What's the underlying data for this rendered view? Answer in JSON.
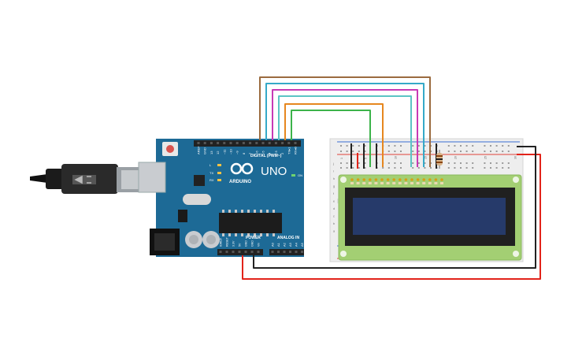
{
  "arduino": {
    "brand": "ARDUINO",
    "model": "UNO",
    "digital_label": "DIGITAL (PWM~)",
    "power_label": "POWER",
    "analog_label": "ANALOG IN",
    "led_l": "L",
    "led_tx": "TX",
    "led_rx": "RX",
    "on_label": "ON",
    "digital_pins": [
      "AREF",
      "GND",
      "13",
      "12",
      "~11",
      "~10",
      "~9",
      "8",
      "7",
      "~6",
      "~5",
      "4",
      "~3",
      "2",
      "TX▸1",
      "RX◂0"
    ],
    "power_pins": [
      "IOREF",
      "RESET",
      "3.3V",
      "5V",
      "GND",
      "GND",
      "Vin"
    ],
    "analog_pins": [
      "A0",
      "A1",
      "A2",
      "A3",
      "A4",
      "A5"
    ]
  },
  "breadboard": {
    "column_numbers": [
      "1",
      "5",
      "10",
      "15",
      "20",
      "25",
      "30"
    ],
    "row_letters_top": [
      "j",
      "i",
      "h",
      "g",
      "f"
    ],
    "row_letters_bottom": [
      "e",
      "d",
      "c",
      "b",
      "a"
    ]
  },
  "lcd": {
    "pin_count": 16
  },
  "colors": {
    "arduino_board": "#1d6a96",
    "lcd_pcb": "#a3cf73",
    "lcd_screen": "#263a6a",
    "wire_brown": "#9b6b3f",
    "wire_cyan": "#35a9c8",
    "wire_magenta": "#c73ab5",
    "wire_teal": "#5bc4c4",
    "wire_orange": "#e6871f",
    "wire_green": "#3cb34a",
    "wire_red": "#e2231a",
    "wire_black": "#222222"
  }
}
